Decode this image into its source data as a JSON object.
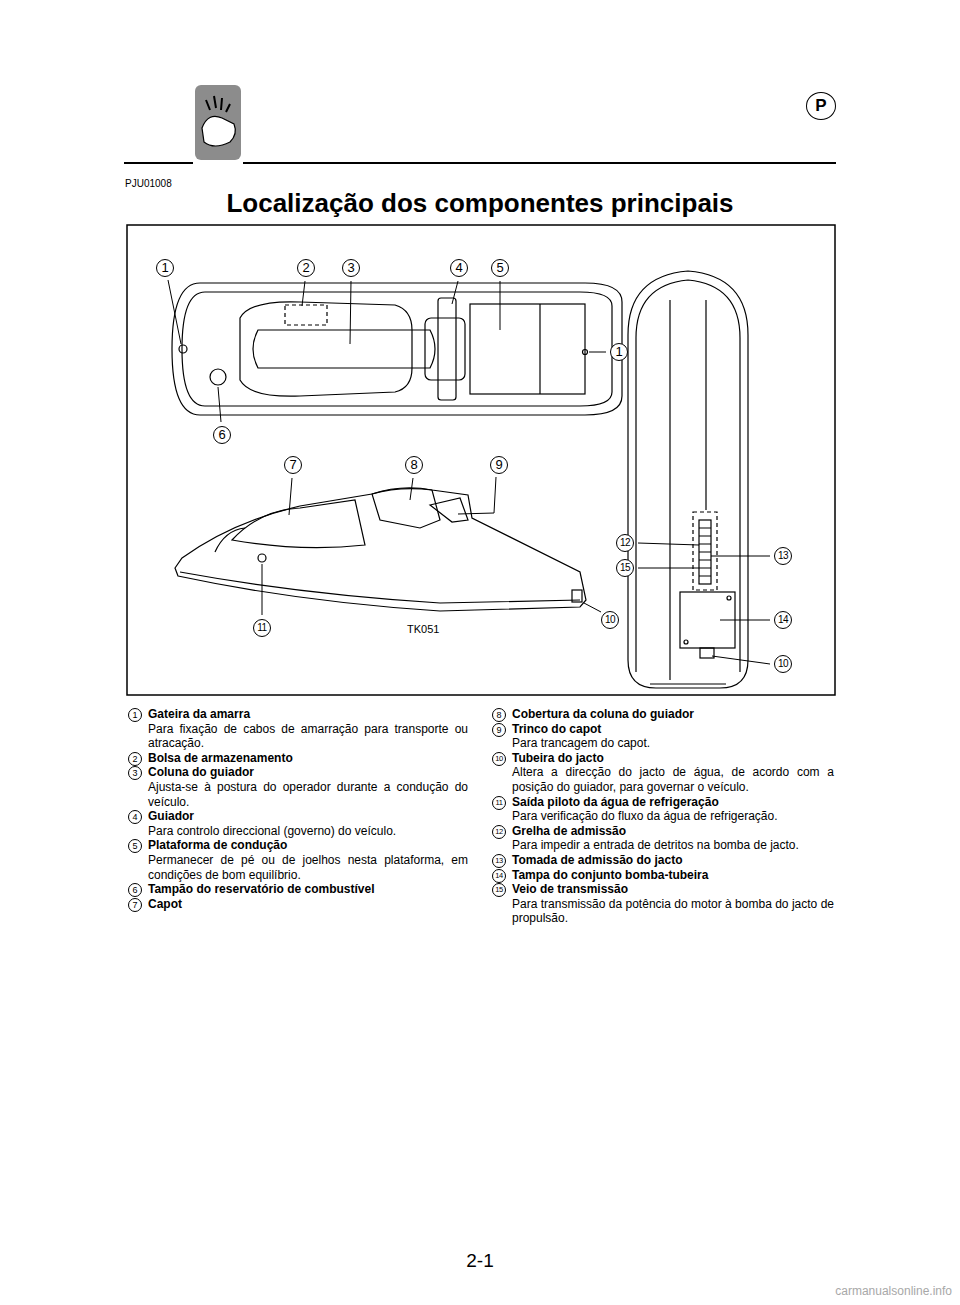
{
  "diagram": {
    "title": "Localização dos componentes principais",
    "nodes": [
      {
        "text": [
          "P"
        ]
      }
    ],
    "labels": [
      "PJU01008",
      "1",
      "2",
      "3",
      "4",
      "5",
      "1",
      "6",
      "7",
      "8",
      "9",
      "12",
      "13",
      "15",
      "14",
      "10",
      "11",
      "10",
      "TK051",
      "1",
      "Gateira da amarra",
      "Para fixação de cabos de amarração para transporte ou atracação.",
      "2",
      "Bolsa de armazenamento",
      "3",
      "Coluna do guiador",
      "Ajusta-se à postura do operador durante a condução do veículo.",
      "4",
      "Guiador",
      "Para controlo direccional (governo) do veículo.",
      "5",
      "Plataforma de condução",
      "Permanecer de pé ou de joelhos nesta plataforma, em condições de bom equilíbrio.",
      "6",
      "Tampão do reservatório de combustível",
      "7",
      "Capot",
      "8",
      "Cobertura da coluna do guiador",
      "9",
      "Trinco do capot",
      "Para trancagem do capot.",
      "10",
      "Tubeira do jacto",
      "Altera a direcção do jacto de água, de acordo com a posição do guiador, para governar o veículo.",
      "11",
      "Saída piloto da água de refrigeração",
      "Para verificação do fluxo da água de refrigeração.",
      "12",
      "Grelha de admissão",
      "Para impedir a entrada de detritos na bomba de jacto.",
      "13",
      "Tomada de admissão do jacto",
      "14",
      "Tampa do conjunto bomba-tubeira",
      "15",
      "Veio de transmissão",
      "Para transmissão da potência do motor à bomba do jacto de propulsão.",
      "2-1",
      "carmanualsonline.info"
    ]
  }
}
